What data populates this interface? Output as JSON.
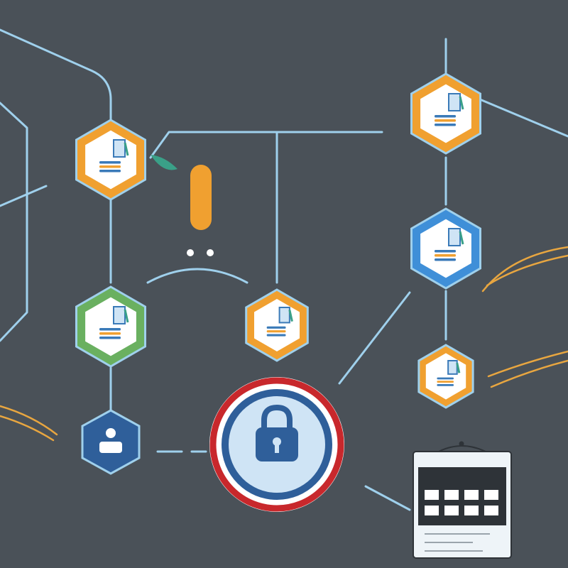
{
  "colors": {
    "background": "#4a5158",
    "line": "#9fd0ec",
    "orange": "#f0a030",
    "green": "#6ab060",
    "blue": "#3f8fd8",
    "navy": "#2f5f9a",
    "red": "#c8282c",
    "panel": "#eef4f8",
    "wave": "#e8a640",
    "db_stripe": "#3a7ab8"
  },
  "nodes": [
    {
      "id": "db-orange-top-left",
      "color": "orange",
      "icon": "database-document-icon"
    },
    {
      "id": "db-green-left",
      "color": "green",
      "icon": "database-document-icon"
    },
    {
      "id": "db-orange-center",
      "color": "orange",
      "icon": "database-document-icon"
    },
    {
      "id": "db-orange-top-right",
      "color": "orange",
      "icon": "database-document-icon"
    },
    {
      "id": "db-blue-right",
      "color": "blue",
      "icon": "database-document-icon"
    },
    {
      "id": "db-orange-right-small",
      "color": "orange",
      "icon": "database-document-icon"
    },
    {
      "id": "user-blue-left",
      "color": "navy",
      "icon": "user-icon"
    }
  ],
  "icons": {
    "central": "padlock-icon",
    "alert": "exclamation-icon",
    "board": "calendar-board-icon"
  }
}
